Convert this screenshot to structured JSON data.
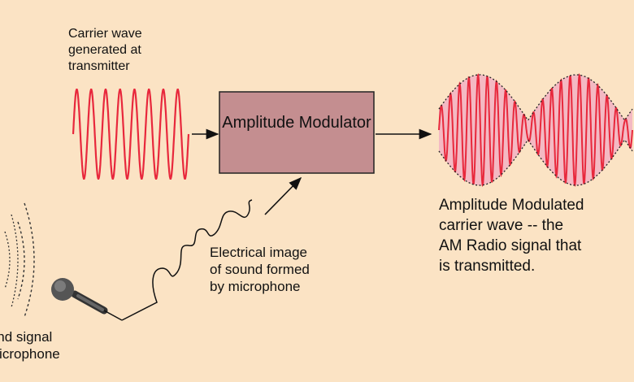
{
  "labels": {
    "carrier": "Carrier wave\ngenerated at\ntransmitter",
    "modulator": "Amplitude\nModulator",
    "electrical": "Electrical image\nof sound formed\nby microphone",
    "am_output": "Amplitude Modulated\ncarrier wave -- the\nAM Radio signal that\nis transmitted.",
    "sound_signal": "Sound signal\nto microphone"
  },
  "colors": {
    "background": "#fbe3c4",
    "carrier_wave": "#e8283c",
    "modulator_fill": "#c48e90",
    "envelope_fill": "#f4b9c3"
  },
  "icons": {
    "microphone": "microphone-icon"
  }
}
